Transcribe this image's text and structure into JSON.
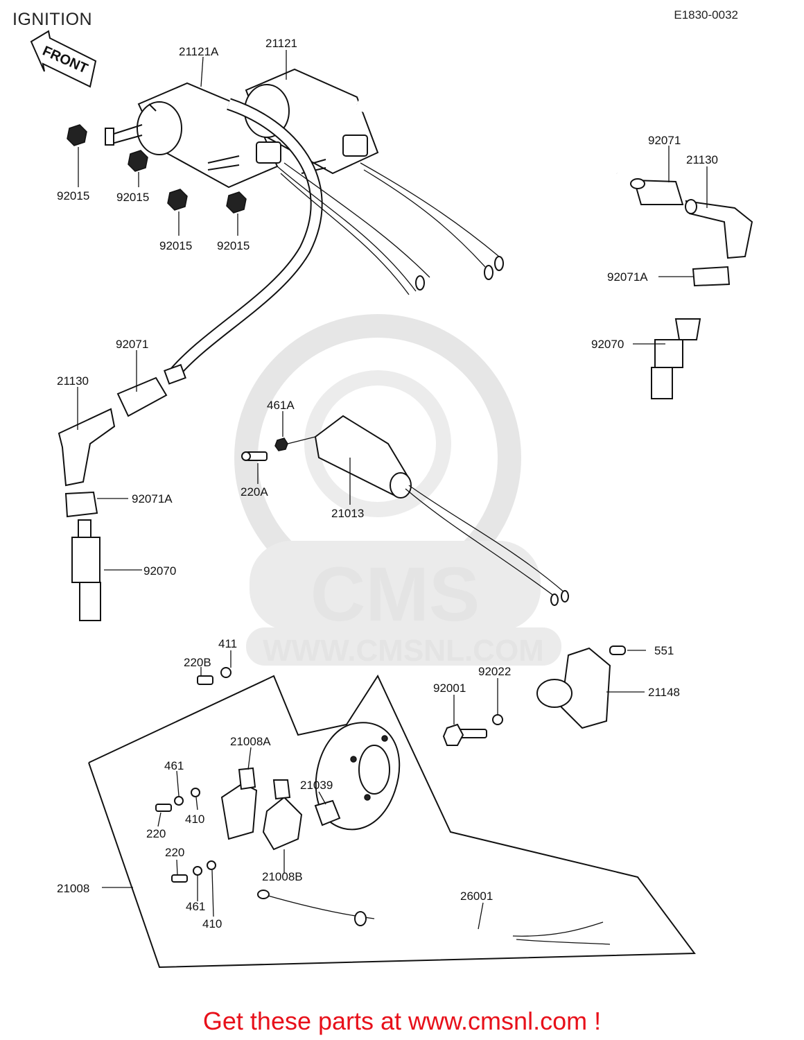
{
  "header": {
    "title": "IGNITION",
    "diagram_code": "E1830-0032"
  },
  "front_arrow_label": "FRONT",
  "watermark": {
    "brand": "CMS",
    "url": "WWW.CMSNL.COM"
  },
  "parts": [
    {
      "id": "p21121A",
      "number": "21121A"
    },
    {
      "id": "p21121",
      "number": "21121"
    },
    {
      "id": "p92015a",
      "number": "92015"
    },
    {
      "id": "p92015b",
      "number": "92015"
    },
    {
      "id": "p92015c",
      "number": "92015"
    },
    {
      "id": "p92015d",
      "number": "92015"
    },
    {
      "id": "p92071r",
      "number": "92071"
    },
    {
      "id": "p21130r",
      "number": "21130"
    },
    {
      "id": "p92071Ar",
      "number": "92071A"
    },
    {
      "id": "p92070r",
      "number": "92070"
    },
    {
      "id": "p92071l",
      "number": "92071"
    },
    {
      "id": "p21130l",
      "number": "21130"
    },
    {
      "id": "p92071Al",
      "number": "92071A"
    },
    {
      "id": "p92070l",
      "number": "92070"
    },
    {
      "id": "p461A",
      "number": "461A"
    },
    {
      "id": "p220A",
      "number": "220A"
    },
    {
      "id": "p21013",
      "number": "21013"
    },
    {
      "id": "p411",
      "number": "411"
    },
    {
      "id": "p220B",
      "number": "220B"
    },
    {
      "id": "p551",
      "number": "551"
    },
    {
      "id": "p92022",
      "number": "92022"
    },
    {
      "id": "p92001",
      "number": "92001"
    },
    {
      "id": "p21148",
      "number": "21148"
    },
    {
      "id": "p21008A",
      "number": "21008A"
    },
    {
      "id": "p461a",
      "number": "461"
    },
    {
      "id": "p21039",
      "number": "21039"
    },
    {
      "id": "p410a",
      "number": "410"
    },
    {
      "id": "p220a",
      "number": "220"
    },
    {
      "id": "p220b",
      "number": "220"
    },
    {
      "id": "p21008B",
      "number": "21008B"
    },
    {
      "id": "p21008",
      "number": "21008"
    },
    {
      "id": "p26001",
      "number": "26001"
    },
    {
      "id": "p461b",
      "number": "461"
    },
    {
      "id": "p410b",
      "number": "410"
    }
  ],
  "footer": {
    "link_text": "Get these parts at www.cmsnl.com !"
  }
}
